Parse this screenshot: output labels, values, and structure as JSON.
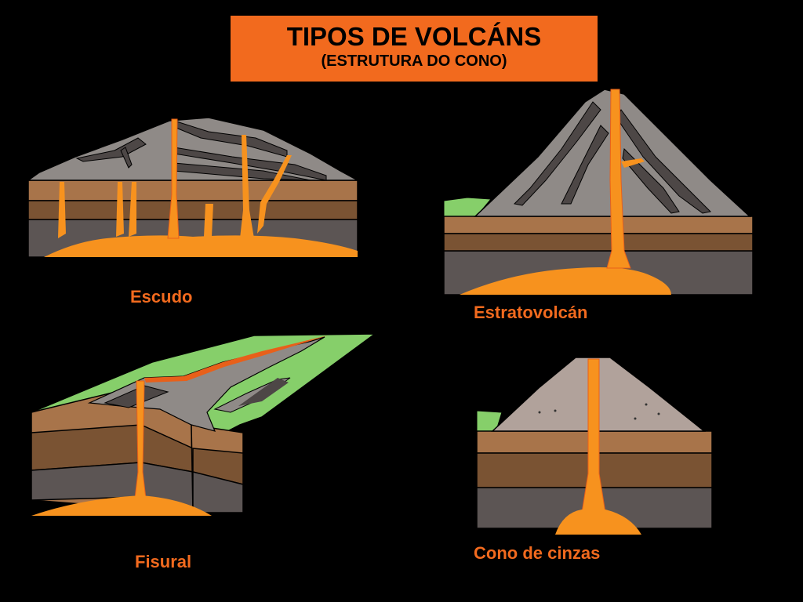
{
  "title": {
    "main": "TIPOS DE VOLCÁNS",
    "subtitle": "(ESTRUTURA DO CONO)"
  },
  "volcanoes": [
    {
      "id": "escudo",
      "label": "Escudo"
    },
    {
      "id": "estratovolcan",
      "label": "Estratovolcán"
    },
    {
      "id": "fisural",
      "label": "Fisural"
    },
    {
      "id": "cono-de-cinzas",
      "label": "Cono de cinzas"
    }
  ],
  "colors": {
    "background": "#000000",
    "title_box": "#f26a1e",
    "label_text": "#f26a1e",
    "lava": "#f7921e",
    "lava_dark": "#e8601a",
    "rock_gray": "#8f8a87",
    "rock_dark": "#4d4746",
    "earth_light": "#a8744a",
    "earth_mid": "#7a5333",
    "earth_deep": "#5a5352",
    "grass": "#86cf6a"
  }
}
